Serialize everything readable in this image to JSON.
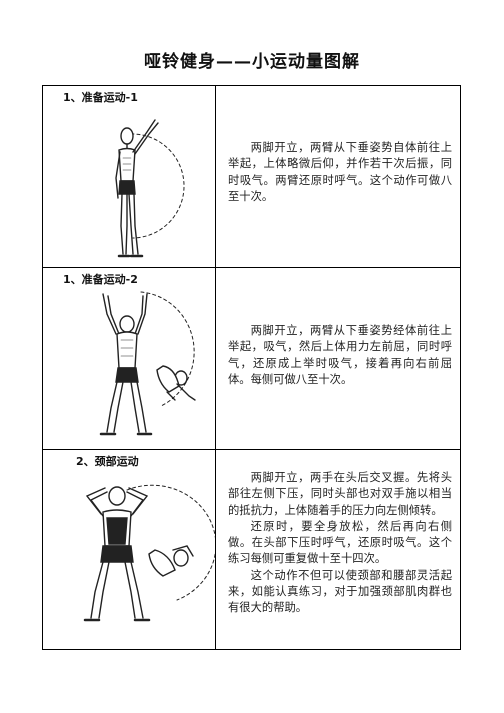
{
  "title": "哑铃健身——小运动量图解",
  "rows": [
    {
      "label": "1、准备运动-1",
      "figure": "standing-arm-raise-figure",
      "paragraphs": [
        "两脚开立，两臂从下垂姿势自体前往上举起，上体略微后仰，并作若干次后振，同时吸气。两臂还原时呼气。这个动作可做八至十次。"
      ]
    },
    {
      "label": "1、准备运动-2",
      "figure": "arms-up-forward-bend-figure",
      "paragraphs": [
        "两脚开立，两臂从下垂姿势经体前往上举起，吸气，然后上体用力左前屈，同时呼气，还原成上举时吸气，接着再向右前屈体。每侧可做八至十次。"
      ]
    },
    {
      "label": "2、颈部运动",
      "figure": "neck-exercise-figure",
      "paragraphs": [
        "两脚开立，两手在头后交叉握。先将头部往左侧下压，同时头部也对双手施以相当的抵抗力，上体随着手的压力向左侧倾转。",
        "还原时，要全身放松，然后再向右侧做。在头部下压时呼气，还原时吸气。这个练习每侧可重复做十至十四次。",
        "这个动作不但可以使颈部和腰部灵活起来，如能认真练习，对于加强颈部肌肉群也有很大的帮助。"
      ]
    }
  ]
}
